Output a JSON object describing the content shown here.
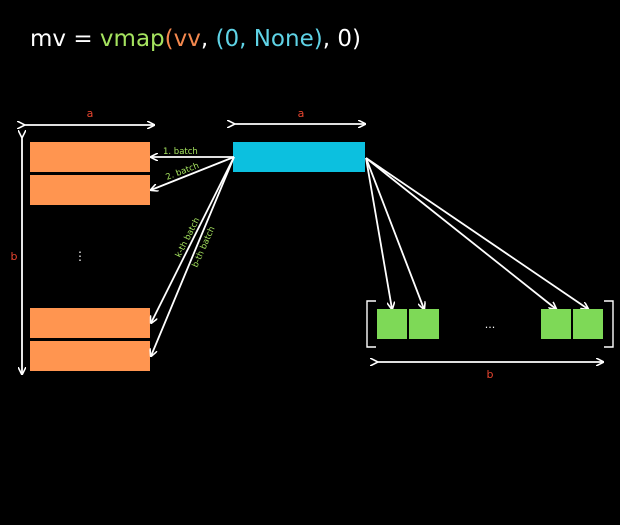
{
  "title": {
    "lhs": "mv = ",
    "fn": "vmap",
    "open_paren": "(",
    "arg": "vv",
    "comma1": ", ",
    "axes": "(0, None)",
    "comma2": ", ",
    "out_axis": "0",
    "close_paren": ")"
  },
  "labels": {
    "a_left": "a",
    "a_top": "a",
    "b_left": "b",
    "b_bottom": "b",
    "left_ellipsis": "⋮",
    "right_ellipsis": "...",
    "batch_1": "1. batch",
    "batch_2": "2. batch",
    "batch_k": "k-th batch",
    "batch_b": "b-th batch"
  },
  "colors": {
    "white": "#ffffff",
    "green_text": "#a5e35f",
    "orange_text": "#f4884e",
    "cyan_text": "#5fd3e6",
    "label_red": "#e8452f",
    "batch_green": "#a5e35f",
    "matrix_orange": "#ff9550",
    "vector_cyan": "#0cc0df",
    "output_green": "#7ed957",
    "arrow": "#ffffff"
  }
}
